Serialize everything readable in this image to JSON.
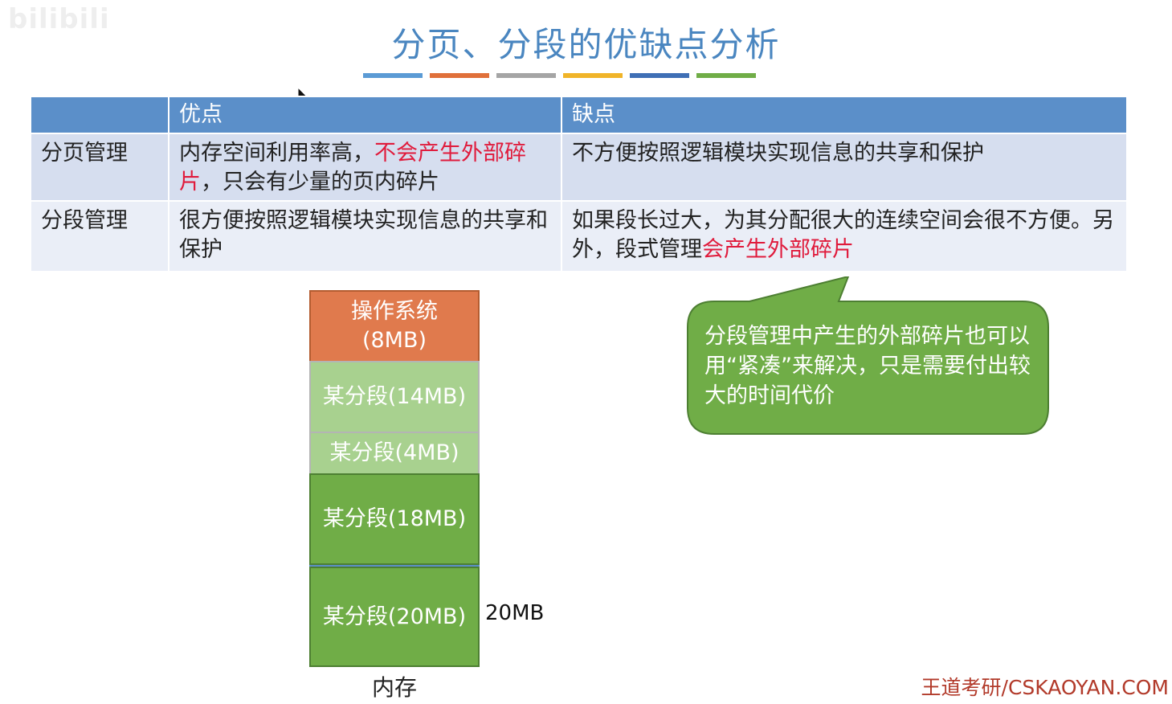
{
  "watermark": "bilibili",
  "title": "分页、分段的优缺点分析",
  "title_bar_colors": [
    "#5b9bd5",
    "#e0703a",
    "#a5a5a5",
    "#f0b429",
    "#3f6fb5",
    "#70ad47"
  ],
  "table": {
    "headers": [
      "",
      "优点",
      "缺点"
    ],
    "rows": [
      {
        "label": "分页管理",
        "pros_normal": "内存空间利用率高，",
        "pros_red": "不会产生外部碎片",
        "pros_tail": "，只会有少量的页内碎片",
        "cons_normal": "不方便按照逻辑模块实现信息的共享和保护",
        "cons_red": ""
      },
      {
        "label": "分段管理",
        "pros_normal": "很方便按照逻辑模块实现信息的共享和保护",
        "pros_red": "",
        "pros_tail": "",
        "cons_normal": "如果段长过大，为其分配很大的连续空间会很不方便。另外，段式管理",
        "cons_red": "会产生外部碎片"
      }
    ]
  },
  "memory": {
    "blocks": [
      {
        "name": "os",
        "line1": "操作系统",
        "line2": "(8MB)"
      },
      {
        "name": "seg14",
        "line1": "某分段(14MB)"
      },
      {
        "name": "seg4",
        "line1": "某分段(4MB)"
      },
      {
        "name": "seg18",
        "line1": "某分段(18MB)"
      },
      {
        "name": "seg20",
        "line1": "某分段(20MB)"
      }
    ],
    "side_label": "20MB",
    "caption": "内存"
  },
  "callout": "分段管理中产生的外部碎片也可以用“紧凑”来解决，只是需要付出较大的时间代价",
  "footer": "王道考研/CSKAOYAN.COM",
  "colors": {
    "header_blue": "#5b8fc9",
    "highlight_red": "#e01b3c",
    "callout_green": "#70ad47",
    "os_orange": "#e07a4d"
  }
}
